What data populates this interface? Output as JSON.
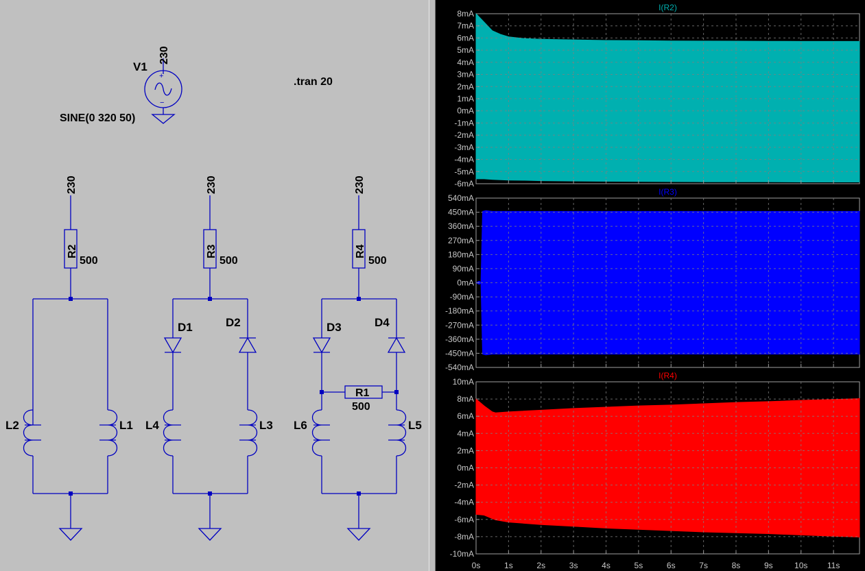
{
  "schematic": {
    "source": {
      "name": "V1",
      "node": "230",
      "value": "SINE(0 320 50)"
    },
    "directive": ".tran 20",
    "supply_nodes": [
      "230",
      "230",
      "230"
    ],
    "resistors": [
      {
        "name": "R2",
        "value": "500"
      },
      {
        "name": "R3",
        "value": "500"
      },
      {
        "name": "R4",
        "value": "500"
      },
      {
        "name": "R1",
        "value": "500"
      }
    ],
    "diodes": [
      "D1",
      "D2",
      "D3",
      "D4"
    ],
    "inductors": [
      "L2",
      "L1",
      "L4",
      "L3",
      "L6",
      "L5"
    ]
  },
  "waveform": {
    "x_ticks": [
      "0s",
      "1s",
      "2s",
      "3s",
      "4s",
      "5s",
      "6s",
      "7s",
      "8s",
      "9s",
      "10s",
      "11s"
    ],
    "plots": [
      {
        "title": "I(R2)",
        "color": "#00b0b0",
        "unit": "mA",
        "y_ticks": [
          "8mA",
          "7mA",
          "6mA",
          "5mA",
          "4mA",
          "3mA",
          "2mA",
          "1mA",
          "0mA",
          "-1mA",
          "-2mA",
          "-3mA",
          "-4mA",
          "-5mA",
          "-6mA"
        ]
      },
      {
        "title": "I(R3)",
        "color": "#0000ff",
        "unit": "mA",
        "y_ticks": [
          "540mA",
          "450mA",
          "360mA",
          "270mA",
          "180mA",
          "90mA",
          "0mA",
          "-90mA",
          "-180mA",
          "-270mA",
          "-360mA",
          "-450mA",
          "-540mA"
        ]
      },
      {
        "title": "I(R4)",
        "color": "#ff0000",
        "unit": "mA",
        "y_ticks": [
          "10mA",
          "8mA",
          "6mA",
          "4mA",
          "2mA",
          "0mA",
          "-2mA",
          "-4mA",
          "-6mA",
          "-8mA",
          "-10mA"
        ]
      }
    ]
  },
  "chart_data": [
    {
      "type": "area",
      "title": "I(R2)",
      "xlabel": "",
      "ylabel": "",
      "x_unit": "s",
      "y_unit": "mA",
      "xlim": [
        0,
        11.8
      ],
      "ylim": [
        -6,
        8
      ],
      "grid": true,
      "series": [
        {
          "name": "I(R2)",
          "kind": "envelope",
          "x": [
            0,
            0.25,
            0.5,
            0.75,
            1,
            1.5,
            2,
            3,
            4,
            5,
            6,
            7,
            8,
            9,
            10,
            11,
            11.8
          ],
          "upper": [
            8.0,
            7.3,
            6.6,
            6.3,
            6.1,
            5.95,
            5.9,
            5.85,
            5.8,
            5.78,
            5.76,
            5.75,
            5.74,
            5.73,
            5.72,
            5.72,
            5.72
          ],
          "lower": [
            -5.6,
            -5.6,
            -5.65,
            -5.68,
            -5.7,
            -5.72,
            -5.75,
            -5.78,
            -5.8,
            -5.82,
            -5.83,
            -5.84,
            -5.85,
            -5.85,
            -5.86,
            -5.86,
            -5.86
          ]
        }
      ]
    },
    {
      "type": "area",
      "title": "I(R3)",
      "xlabel": "",
      "ylabel": "",
      "x_unit": "s",
      "y_unit": "mA",
      "xlim": [
        0,
        11.8
      ],
      "ylim": [
        -540,
        540
      ],
      "grid": true,
      "series": [
        {
          "name": "I(R3)",
          "kind": "envelope",
          "x": [
            0,
            0.1,
            0.15,
            0.2,
            0.3,
            0.5,
            1,
            2,
            4,
            6,
            8,
            10,
            11.8
          ],
          "upper": [
            0,
            10,
            0,
            455,
            460,
            455,
            455,
            455,
            455,
            455,
            455,
            455,
            455
          ],
          "lower": [
            0,
            -10,
            0,
            -455,
            -460,
            -455,
            -455,
            -455,
            -455,
            -455,
            -455,
            -455,
            -455
          ]
        }
      ]
    },
    {
      "type": "area",
      "title": "I(R4)",
      "xlabel": "",
      "ylabel": "",
      "x_unit": "s",
      "y_unit": "mA",
      "xlim": [
        0,
        11.8
      ],
      "ylim": [
        -10,
        10
      ],
      "grid": true,
      "series": [
        {
          "name": "I(R4)",
          "kind": "envelope",
          "x": [
            0,
            0.25,
            0.5,
            0.6,
            1,
            2,
            3,
            4,
            5,
            6,
            7,
            8,
            9,
            10,
            11,
            11.8
          ],
          "upper": [
            8.0,
            7.2,
            6.5,
            6.4,
            6.5,
            6.7,
            6.9,
            7.05,
            7.2,
            7.3,
            7.45,
            7.6,
            7.7,
            7.85,
            7.95,
            8.05
          ],
          "lower": [
            -5.4,
            -5.5,
            -5.9,
            -6.05,
            -6.3,
            -6.6,
            -6.8,
            -7.0,
            -7.15,
            -7.3,
            -7.45,
            -7.55,
            -7.65,
            -7.8,
            -7.95,
            -8.05
          ]
        }
      ]
    }
  ]
}
